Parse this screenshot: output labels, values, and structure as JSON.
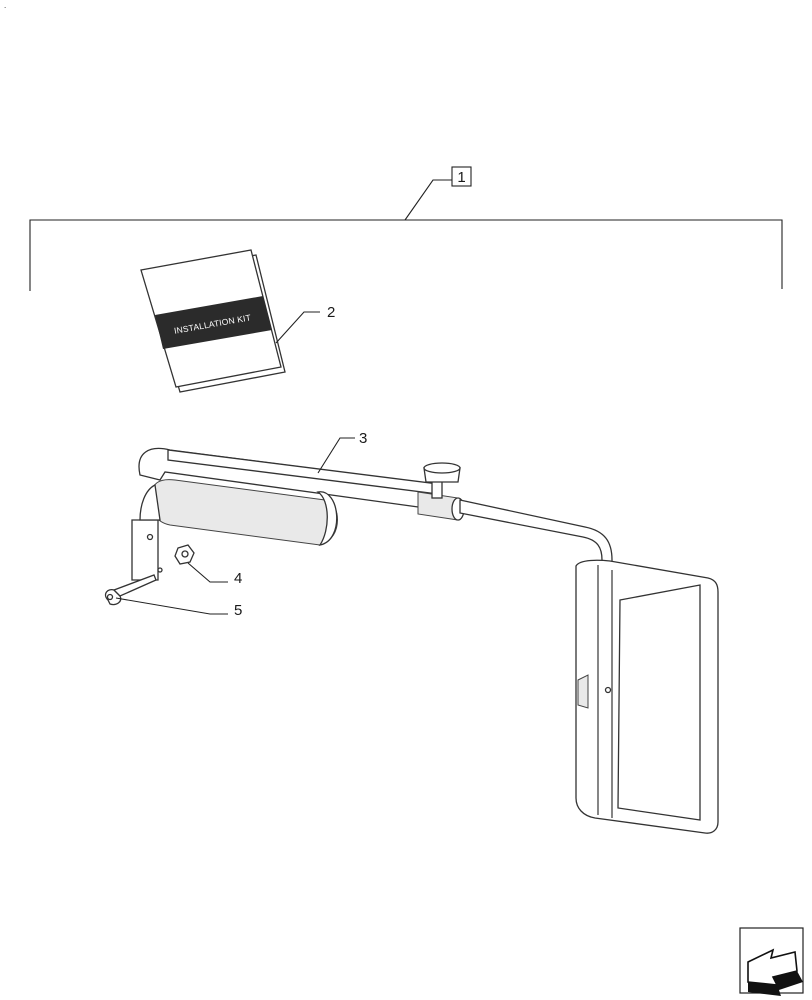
{
  "corner_mark": ".",
  "booklet": {
    "title": "INSTALLATION KIT"
  },
  "callouts": [
    {
      "id": "1",
      "boxed": true
    },
    {
      "id": "2",
      "boxed": false
    },
    {
      "id": "3",
      "boxed": false
    },
    {
      "id": "4",
      "boxed": false
    },
    {
      "id": "5",
      "boxed": false
    }
  ],
  "nav_icon": "next-page-arrow-icon"
}
